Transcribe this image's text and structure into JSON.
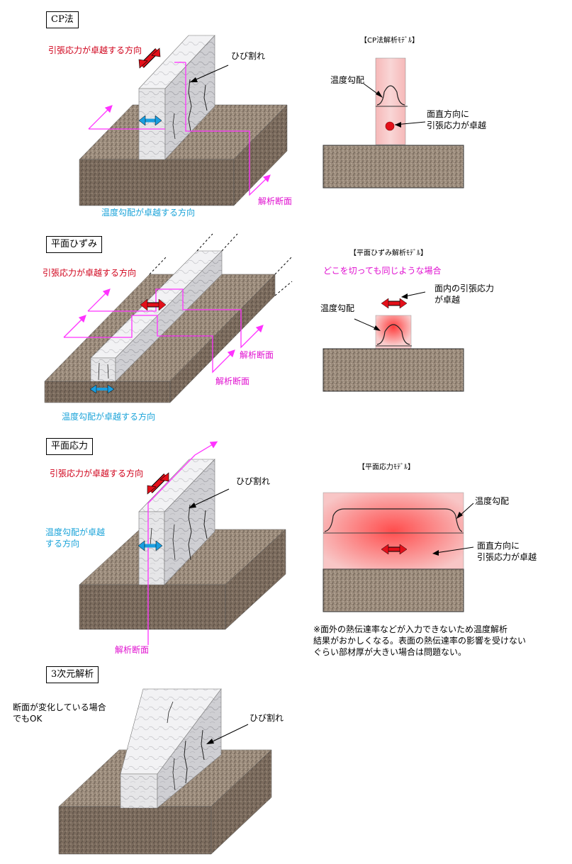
{
  "colors": {
    "concrete": "#9b8b7b",
    "wall": "#e4e4e6",
    "tension": "#e3101a",
    "gradient": "#1a9ee0",
    "section": "#ff33ff",
    "heat": "#f7c8c8"
  },
  "sections": {
    "cp": {
      "title": "CP法",
      "tension_dir": "引張応力が卓越する方向",
      "crack": "ひび割れ",
      "temp_dir": "温度勾配が卓越する方向",
      "analysis_section": "解析断面",
      "model_title": "【CP法解析ﾓﾃﾞﾙ】",
      "model_gradient": "温度勾配",
      "model_stress": "面直方向に\n引張応力が卓越"
    },
    "plane_strain": {
      "title": "平面ひずみ",
      "tension_dir": "引張応力が卓越する方向",
      "analysis_section_1": "解析断面",
      "analysis_section_2": "解析断面",
      "temp_dir": "温度勾配が卓越する方向",
      "model_title": "【平面ひずみ解析ﾓﾃﾞﾙ】",
      "model_condition": "どこを切っても同じような場合",
      "model_stress": "面内の引張応力\nが卓越",
      "model_gradient": "温度勾配"
    },
    "plane_stress": {
      "title": "平面応力",
      "tension_dir": "引張応力が卓越する方向",
      "crack": "ひび割れ",
      "temp_dir": "温度勾配が卓越\nする方向",
      "analysis_section": "解析断面",
      "model_title": "【平面応力ﾓﾃﾞﾙ】",
      "model_gradient": "温度勾配",
      "model_stress": "面直方向に\n引張応力が卓越",
      "note": "※面外の熱伝達率などが入力できないため温度解析\n結果がおかしくなる。表面の熱伝達率の影響を受けない\nぐらい部材厚が大きい場合は問題ない。"
    },
    "three_d": {
      "title": "3次元解析",
      "note": "断面が変化している場合\nでもOK",
      "crack": "ひび割れ"
    }
  }
}
